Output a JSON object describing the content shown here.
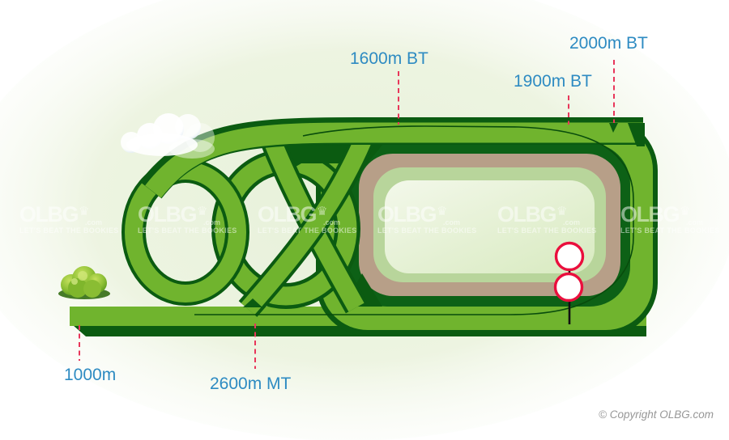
{
  "track": {
    "name": "racecourse map",
    "markers": [
      {
        "label": "1600m BT"
      },
      {
        "label": "2000m BT"
      },
      {
        "label": "1900m BT"
      },
      {
        "label": "1000m"
      },
      {
        "label": "2600m MT"
      }
    ],
    "colors": {
      "turf_green": "#70b42e",
      "rail_dark_green": "#0b5b11",
      "dirt_brown": "#b79f88",
      "infield_green": "#b8d59b",
      "label_blue": "#2e8bc2",
      "marker_line_red": "#e8365a",
      "winning_post_red": "#ea0f3d"
    }
  },
  "watermark": {
    "brand": "OLBG",
    "crown": "♛",
    "domain": ".com",
    "tagline": "LET'S BEAT THE BOOKIES"
  },
  "footer": {
    "copyright": "© Copyright OLBG.com"
  }
}
